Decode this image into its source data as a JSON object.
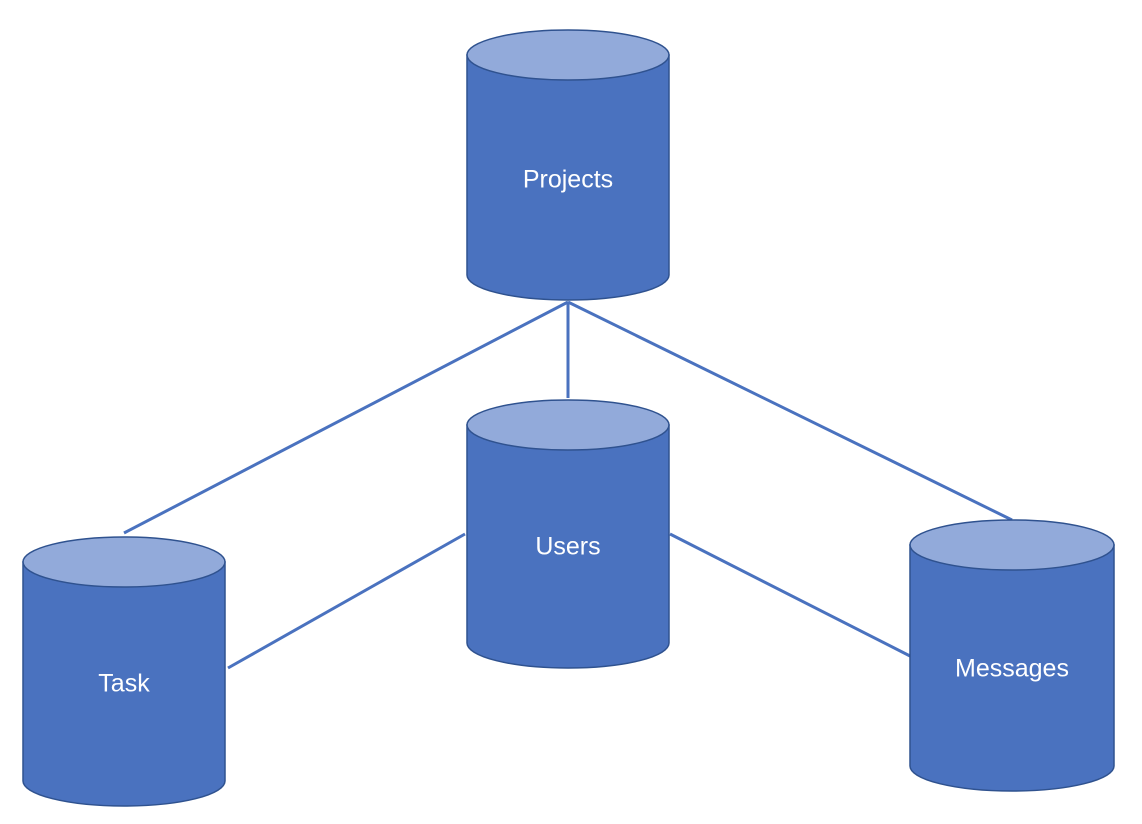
{
  "diagram": {
    "colors": {
      "body_fill": "#4A72BF",
      "top_fill": "#92AADA",
      "stroke": "#2F528F",
      "connector": "#4A72BF",
      "label_text": "#FFFFFF",
      "background": "#FFFFFF"
    },
    "nodes": {
      "projects": {
        "label": "Projects",
        "shape": "cylinder"
      },
      "users": {
        "label": "Users",
        "shape": "cylinder"
      },
      "task": {
        "label": "Task",
        "shape": "cylinder"
      },
      "messages": {
        "label": "Messages",
        "shape": "cylinder"
      }
    },
    "edges": [
      {
        "from": "projects",
        "to": "task"
      },
      {
        "from": "projects",
        "to": "users"
      },
      {
        "from": "projects",
        "to": "messages"
      },
      {
        "from": "users",
        "to": "task"
      },
      {
        "from": "users",
        "to": "messages"
      }
    ]
  }
}
